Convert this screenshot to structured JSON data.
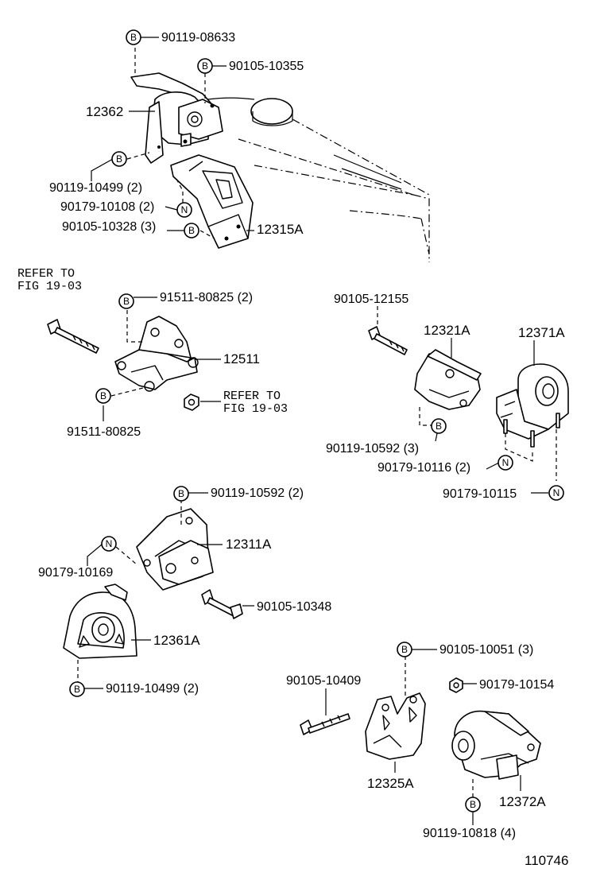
{
  "labels": {
    "b_top_1": "90119-08633",
    "b_top_2": "90105-10355",
    "p12362": "12362",
    "b_9011910499": "90119-10499 (2)",
    "n_90179_10108": "90179-10108 (2)",
    "b_9010510328": "90105-10328 (3)",
    "p12315a": "12315A",
    "refer_1a": "REFER TO",
    "refer_1b": "FIG 19-03",
    "b_91511_2": "91511-80825 (2)",
    "p12511": "12511",
    "b_91511": "91511-80825",
    "refer_2a": "REFER TO",
    "refer_2b": "FIG 19-03",
    "p90105_12155": "90105-12155",
    "p12321a": "12321A",
    "p12371a": "12371A",
    "b_90119_10592_3": "90119-10592 (3)",
    "n_90179_10116": "90179-10116 (2)",
    "n_90179_10115": "90179-10115",
    "b_90119_10592_2": "90119-10592 (2)",
    "p12311a": "12311A",
    "n_90179_10169": "90179-10169",
    "p90105_10348": "90105-10348",
    "p12361a": "12361A",
    "b_90119_10499_2b": "90119-10499 (2)",
    "b_90105_10051": "90105-10051 (3)",
    "p90105_10409": "90105-10409",
    "p90179_10154": "90179-10154",
    "p12325a": "12325A",
    "p12372a": "12372A",
    "b_90119_10818": "90119-10818 (4)",
    "figure_no": "110746"
  },
  "tags": {
    "b": "B",
    "n": "N"
  }
}
